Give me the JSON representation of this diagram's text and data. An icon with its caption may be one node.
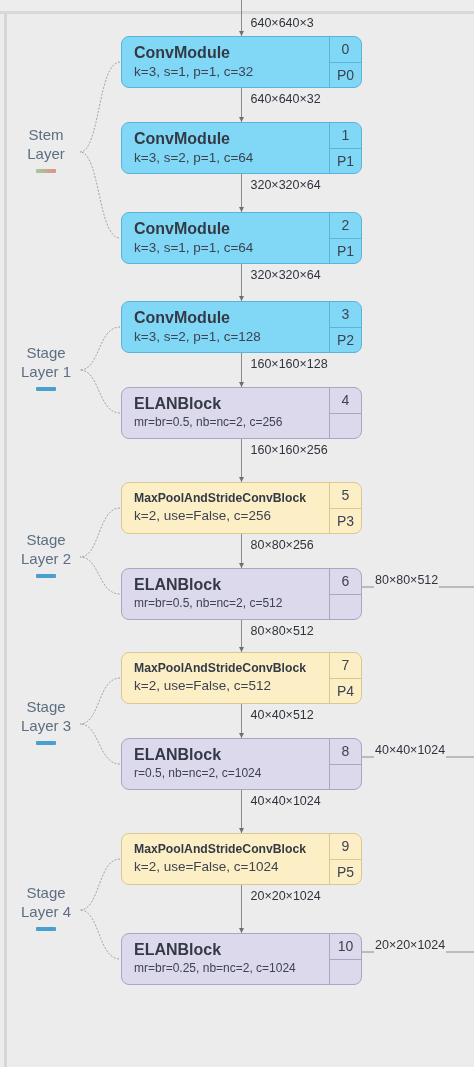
{
  "diagram": {
    "nodes": [
      {
        "text": [
          "ConvModule",
          "k=3, s=1, p=1, c=32",
          "0",
          "P0"
        ]
      },
      {
        "text": [
          "ConvModule",
          "k=3, s=2, p=1, c=64",
          "1",
          "P1"
        ]
      },
      {
        "text": [
          "ConvModule",
          "k=3, s=1, p=1, c=64",
          "2",
          "P1"
        ]
      },
      {
        "text": [
          "ConvModule",
          "k=3, s=2, p=1, c=128",
          "3",
          "P2"
        ]
      },
      {
        "text": [
          "ELANBlock",
          "mr=br=0.5, nb=nc=2, c=256",
          "4"
        ]
      },
      {
        "text": [
          "MaxPoolAndStrideConvBlock",
          "k=2,  use=False,  c=256",
          "5",
          "P3"
        ]
      },
      {
        "text": [
          "ELANBlock",
          "mr=br=0.5, nb=nc=2, c=512",
          "6"
        ]
      },
      {
        "text": [
          "MaxPoolAndStrideConvBlock",
          "k=2,  use=False,  c=512",
          "7",
          "P4"
        ]
      },
      {
        "text": [
          "ELANBlock",
          "r=0.5, nb=nc=2, c=1024",
          "8"
        ]
      },
      {
        "text": [
          "MaxPoolAndStrideConvBlock",
          "k=2,  use=False,  c=1024",
          "9",
          "P5"
        ]
      },
      {
        "text": [
          "ELANBlock",
          "mr=br=0.25, nb=nc=2, c=1024",
          "10"
        ]
      }
    ],
    "edges": [
      {
        "from": null,
        "to": 0,
        "arrow": "to",
        "label": "640×640×3"
      },
      {
        "from": 0,
        "to": 1,
        "arrow": "to",
        "label": "640×640×32"
      },
      {
        "from": 1,
        "to": 2,
        "arrow": "to",
        "label": "320×320×64"
      },
      {
        "from": 2,
        "to": 3,
        "arrow": "to",
        "label": "320×320×64"
      },
      {
        "from": 3,
        "to": 4,
        "arrow": "to",
        "label": "160×160×128"
      },
      {
        "from": 4,
        "to": 5,
        "arrow": "to",
        "label": "160×160×256"
      },
      {
        "from": 5,
        "to": 6,
        "arrow": "to",
        "label": "80×80×256"
      },
      {
        "from": 6,
        "to": null,
        "arrow": "none",
        "label": "80×80×512"
      },
      {
        "from": 6,
        "to": 7,
        "arrow": "to",
        "label": "80×80×512"
      },
      {
        "from": 7,
        "to": 8,
        "arrow": "to",
        "label": "40×40×512"
      },
      {
        "from": 8,
        "to": null,
        "arrow": "none",
        "label": "40×40×1024"
      },
      {
        "from": 8,
        "to": 9,
        "arrow": "to",
        "label": "40×40×1024"
      },
      {
        "from": 9,
        "to": 10,
        "arrow": "to",
        "label": "20×20×1024"
      },
      {
        "from": 10,
        "to": null,
        "arrow": "none",
        "label": "20×20×1024"
      }
    ],
    "labels": [
      "Stem Layer",
      "Stage Layer 1",
      "Stage Layer 2",
      "Stage Layer 3",
      "Stage Layer 4"
    ]
  }
}
